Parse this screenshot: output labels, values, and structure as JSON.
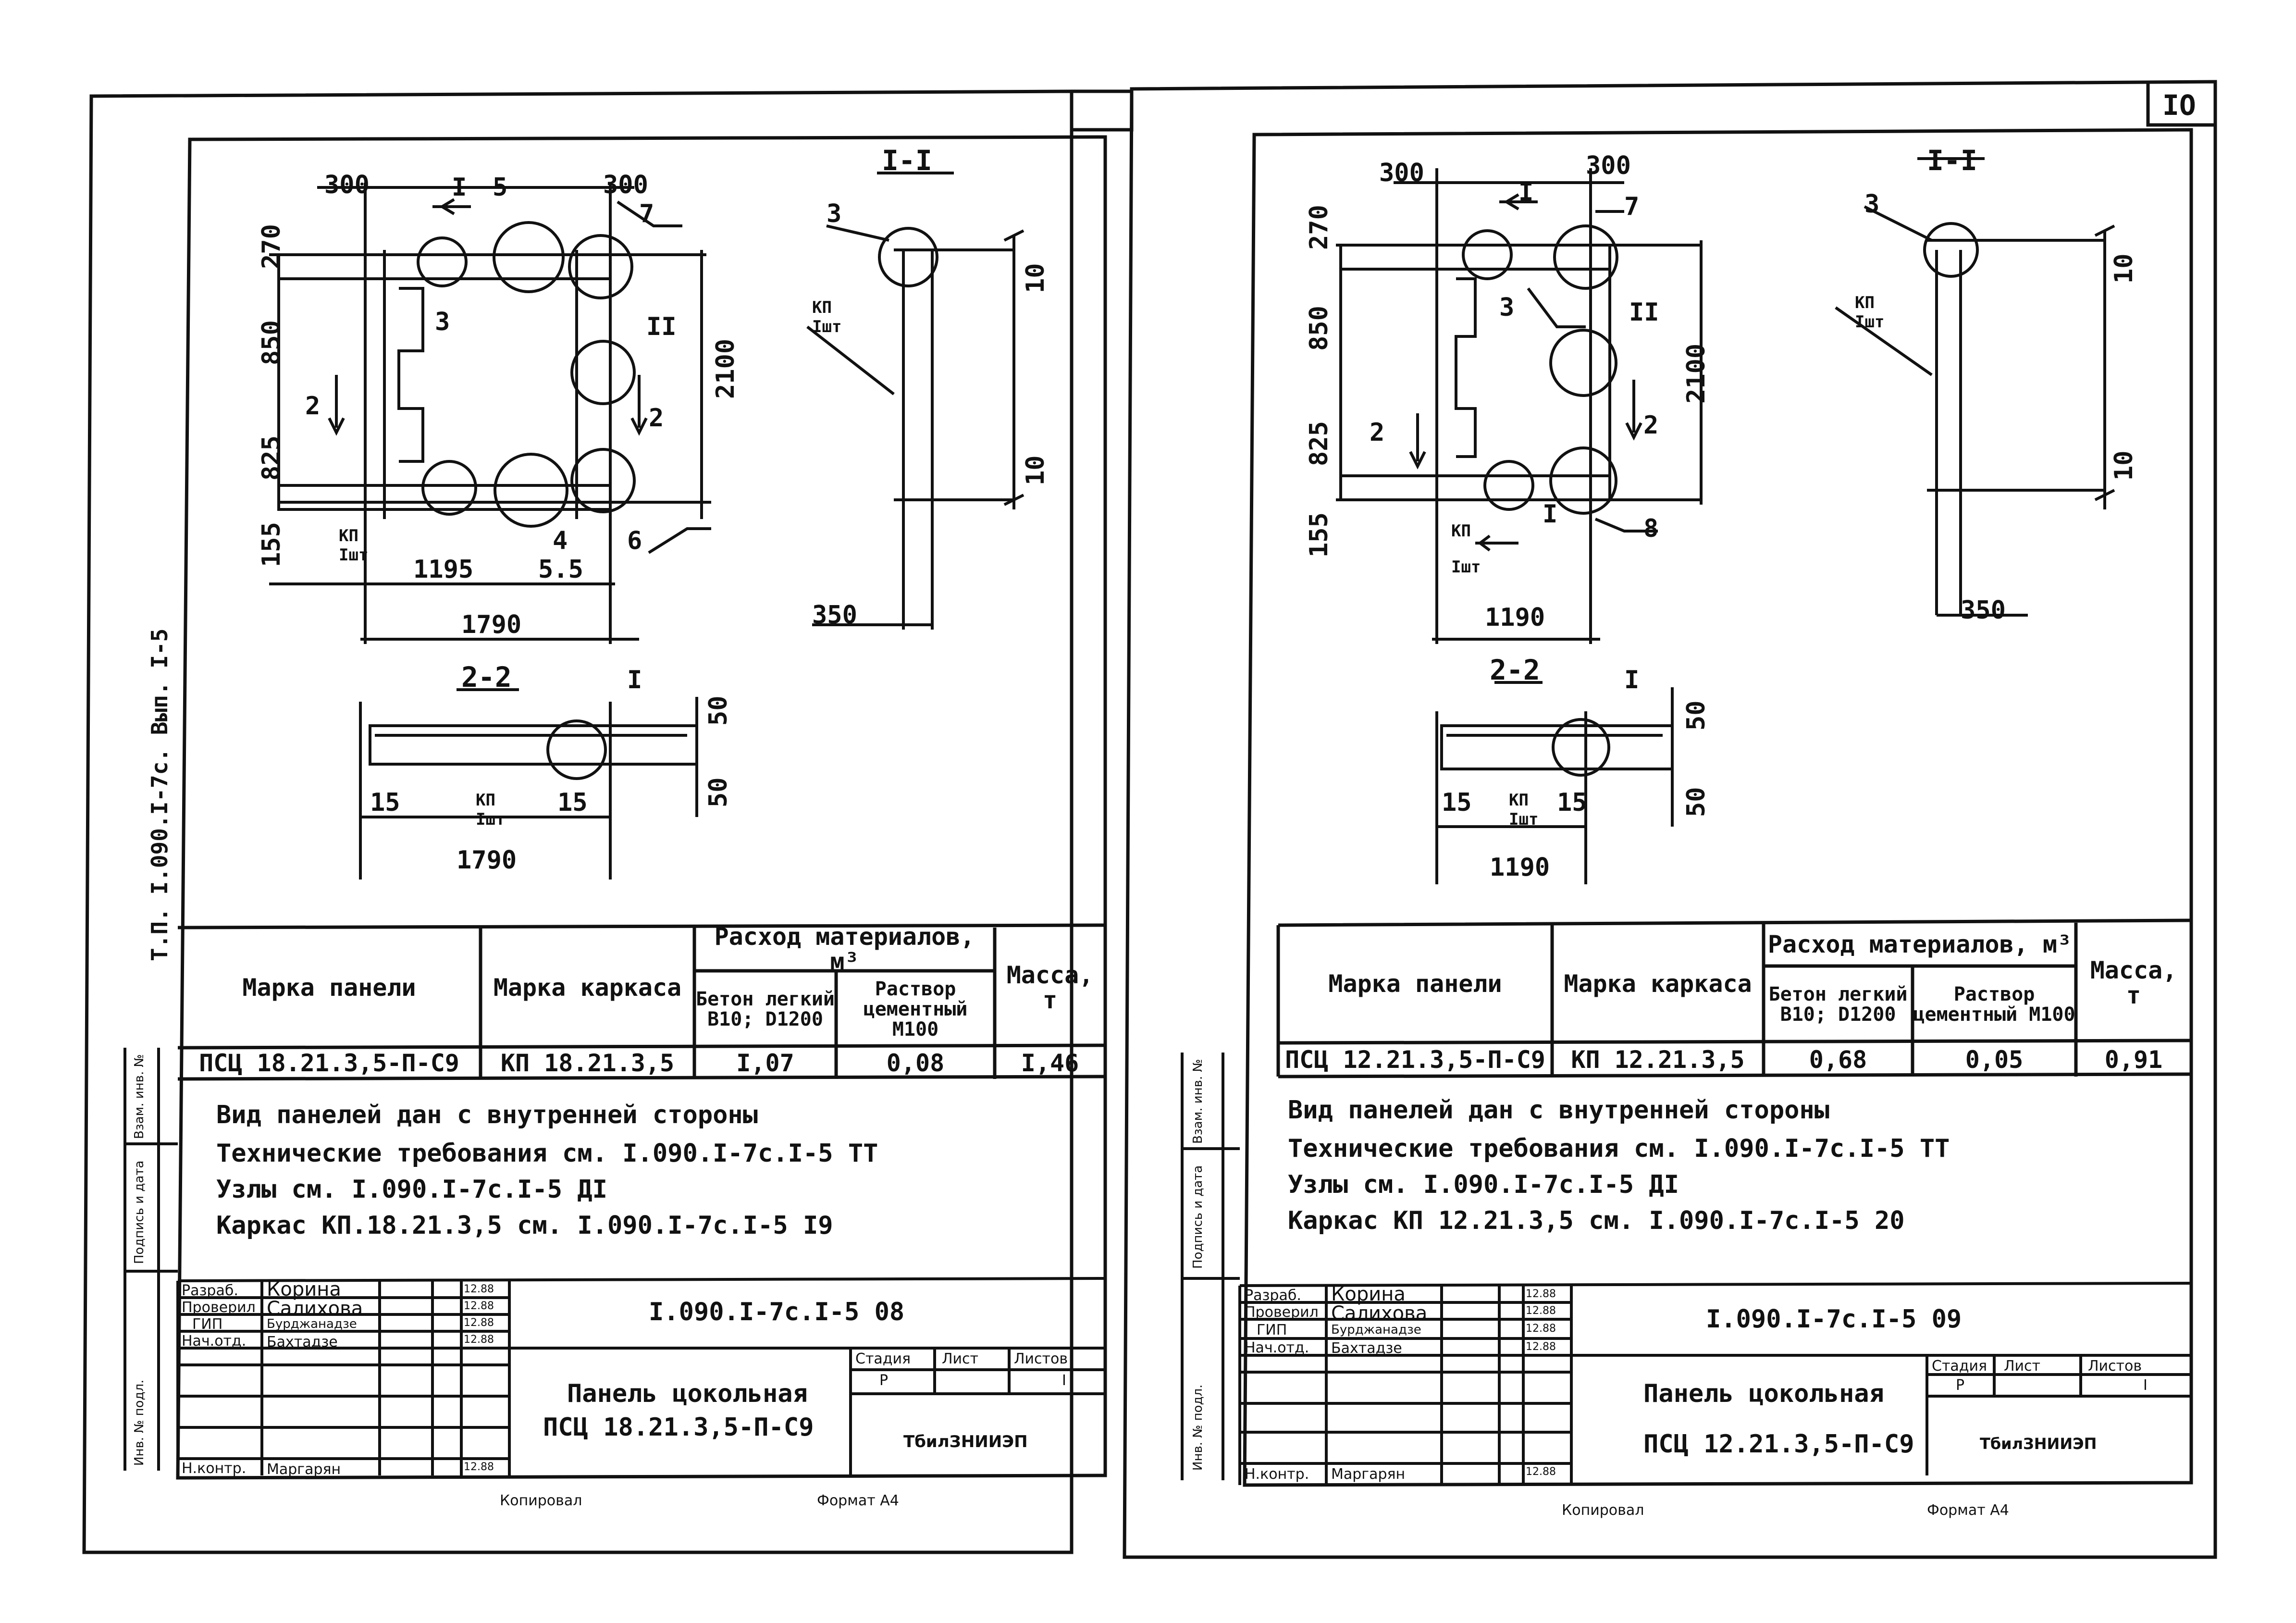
{
  "sheet_number": "IO",
  "left": {
    "side_label": "Т.П. I.090.I-7с. Вып. I-5",
    "section_1_title": "I-I",
    "section_2_title": "2-2",
    "dims": {
      "top_left": "300",
      "top_right": "300",
      "height_total": "2100",
      "h1": "270",
      "h2": "850",
      "h3": "825",
      "h4": "155",
      "bottom_a": "1195",
      "bottom_b": "5.5",
      "overall": "1790",
      "s1_top": "10",
      "s1_bottom": "10",
      "s1_width": "350",
      "s2_right_top": "50",
      "s2_right_bottom": "50",
      "s2_a": "15",
      "s2_b": "15",
      "s2_overall": "1790"
    },
    "callouts": {
      "c1": "I",
      "c2": "2",
      "c3": "3",
      "c4": "4",
      "c5": "5",
      "c6": "6",
      "c7": "7",
      "c11": "II",
      "arrow_2": "2",
      "kp": "КП",
      "kp_sub": "Iшт"
    },
    "table": {
      "h_panel": "Марка панели",
      "h_frame": "Марка каркаса",
      "h_materials": "Расход материалов, м³",
      "h_concrete": "Бетон легкий B10; D1200",
      "h_mortar": "Раствор цементный M100",
      "h_mass": "Масса, т",
      "panel": "ПСЦ 18.21.3,5-П-С9",
      "frame": "КП 18.21.3,5",
      "concrete": "I,07",
      "mortar": "0,08",
      "mass": "I,46"
    },
    "notes": [
      "Вид панелей дан с внутренней стороны",
      "Технические требования см. I.090.I-7с.I-5 ТТ",
      "Узлы см. I.090.I-7с.I-5 ДI",
      "Каркас КП.18.21.3,5 см. I.090.I-7с.I-5 I9"
    ],
    "doc_code": "I.090.I-7с.I-5 08",
    "title_line1": "Панель цокольная",
    "title_line2": "ПСЦ 18.21.3,5-П-С9",
    "stage_h": "Стадия",
    "sheet_h": "Лист",
    "sheets_h": "Листов",
    "stage": "Р",
    "sheets": "I",
    "org": "ТбилЗНИИЭП",
    "copied": "Копировал",
    "format": "Формат А4"
  },
  "right": {
    "section_1_title": "I-I",
    "section_2_title": "2-2",
    "dims": {
      "top_left": "300",
      "top_right": "300",
      "height_total": "2100",
      "h1": "270",
      "h2": "850",
      "h3": "825",
      "h4": "155",
      "overall": "1190",
      "s1_top": "10",
      "s1_bottom": "10",
      "s1_width": "350",
      "s2_right_top": "50",
      "s2_right_bottom": "50",
      "s2_a": "15",
      "s2_b": "15",
      "s2_overall": "1190"
    },
    "callouts": {
      "c1": "I",
      "c2": "2",
      "c3": "3",
      "c7": "7",
      "c8": "8",
      "c11": "II",
      "kp": "КП",
      "kp_sub": "Iшт"
    },
    "table": {
      "h_panel": "Марка панели",
      "h_frame": "Марка каркаса",
      "h_materials": "Расход материалов, м³",
      "h_concrete": "Бетон легкий B10; D1200",
      "h_mortar": "Раствор цементный M100",
      "h_mass": "Масса, т",
      "panel": "ПСЦ 12.21.3,5-П-С9",
      "frame": "КП 12.21.3,5",
      "concrete": "0,68",
      "mortar": "0,05",
      "mass": "0,91"
    },
    "notes": [
      "Вид панелей дан с внутренней стороны",
      "Технические требования см. I.090.I-7с.I-5 ТТ",
      "Узлы см. I.090.I-7с.I-5 ДI",
      "Каркас КП 12.21.3,5 см. I.090.I-7с.I-5 20"
    ],
    "doc_code": "I.090.I-7с.I-5 09",
    "title_line1": "Панель цокольная",
    "title_line2": "ПСЦ 12.21.3,5-П-С9",
    "stage_h": "Стадия",
    "sheet_h": "Лист",
    "sheets_h": "Листов",
    "stage": "Р",
    "sheets": "I",
    "org": "ТбилЗНИИЭП",
    "copied": "Копировал",
    "format": "Формат А4"
  },
  "stamp_roles": [
    "Разраб.",
    "Проверил",
    "ГИП",
    "Нач.отд.",
    "Н.контр."
  ],
  "stamp_names": [
    "Корина",
    "Салихова",
    "Бурджанадзе",
    "Бахтадзе",
    "Маргарян"
  ],
  "stamp_dates": [
    "12.88",
    "12.88",
    "12.88",
    "12.88",
    "12.88"
  ],
  "margin_labels": [
    "Инв. № подл.",
    "Подпись и дата",
    "Взам. инв. №"
  ]
}
